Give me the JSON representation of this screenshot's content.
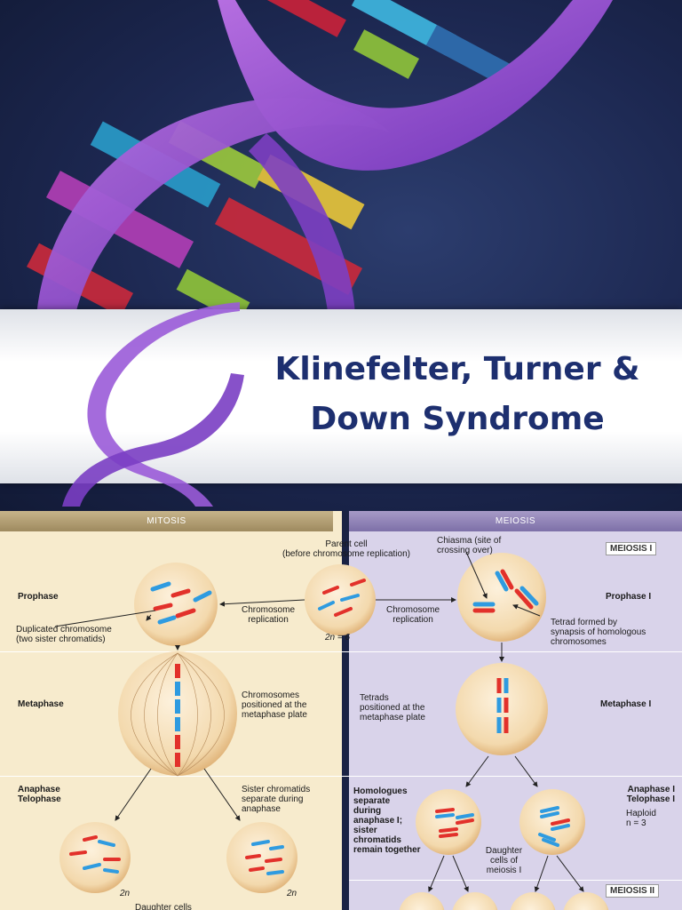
{
  "slide": {
    "title_line1": "Klinefelter, Turner &",
    "title_line2": "Down Syndrome"
  },
  "diagram": {
    "mitosis_header": "MITOSIS",
    "meiosis_header": "MEIOSIS",
    "meiosis1_box": "MEIOSIS I",
    "meiosis2_box": "MEIOSIS II",
    "parent_cell": "Parent cell\n(before chromosome replication)",
    "chiasma": "Chiasma (site of\ncrossing over)",
    "prophase": "Prophase",
    "prophase_1": "Prophase I",
    "duplicated_chromosome": "Duplicated chromosome\n(two sister chromatids)",
    "chromosome_replication_left": "Chromosome\nreplication",
    "chromosome_replication_right": "Chromosome\nreplication",
    "two_n_6": "2n = 6",
    "tetrad_formed": "Tetrad formed by\nsynapsis of homologous\nchromosomes",
    "metaphase": "Metaphase",
    "chromosomes_positioned": "Chromosomes\npositioned at the\nmetaphase plate",
    "tetrads_positioned": "Tetrads\npositioned at the\nmetaphase plate",
    "metaphase_1": "Metaphase I",
    "anaphase_telophase": "Anaphase\nTelophase",
    "sister_separate": "Sister chromatids\nseparate during\nanaphase",
    "homologues_separate": "Homologues\nseparate\nduring\nanaphase I;\nsister\nchromatids\nremain together",
    "anaphase_1": "Anaphase I\nTelophase I",
    "haploid": "Haploid\nn = 3",
    "daughter_cells_meiosis1": "Daughter\ncells of\nmeiosis I",
    "two_n_left": "2n",
    "two_n_right": "2n",
    "daughter_cells": "Daughter cells"
  },
  "colors": {
    "title": "#1d2f6f",
    "mitosis_panel": "#f7ebcd",
    "meiosis_panel": "#d9d3ea",
    "chromosome_red": "#e2312b",
    "chromosome_blue": "#2f9be0"
  }
}
